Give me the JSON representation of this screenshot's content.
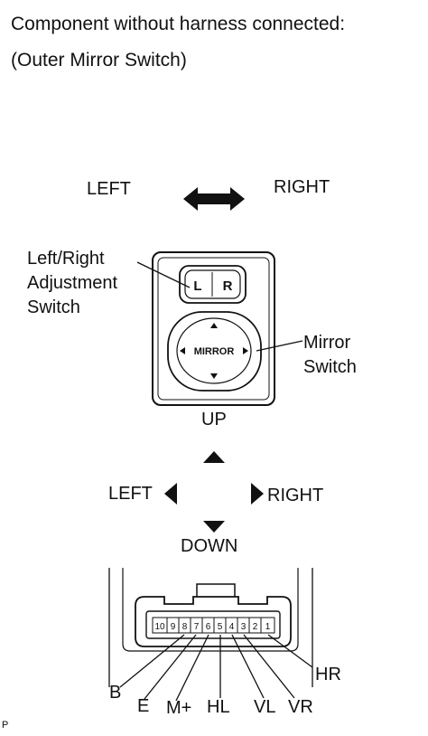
{
  "captions": {
    "line1": "Component without harness connected:",
    "line2": "(Outer Mirror Switch)"
  },
  "switch_top": {
    "left": "LEFT",
    "right": "RIGHT"
  },
  "callouts": {
    "adjust_line1": "Left/Right",
    "adjust_line2": "Adjustment",
    "adjust_line3": "Switch",
    "mirror_line1": "Mirror",
    "mirror_line2": "Switch"
  },
  "switch": {
    "key_l": "L",
    "key_r": "R",
    "mirror": "MIRROR"
  },
  "directions": {
    "up": "UP",
    "left": "LEFT",
    "right": "RIGHT",
    "down": "DOWN"
  },
  "connector": {
    "pins": [
      "10",
      "9",
      "8",
      "7",
      "6",
      "5",
      "4",
      "3",
      "2",
      "1"
    ]
  },
  "terminals": {
    "hr": "HR",
    "b": "B",
    "e": "E",
    "mplus": "M+",
    "hl": "HL",
    "vl": "VL",
    "vr": "VR"
  },
  "corner_mark": "P"
}
